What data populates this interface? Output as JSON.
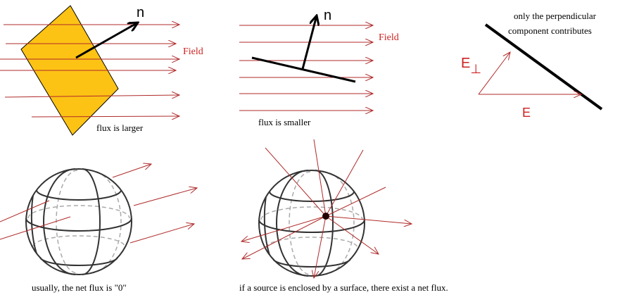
{
  "panel1": {
    "normal_label": "n",
    "field_label": "Field",
    "caption": "flux is larger"
  },
  "panel2": {
    "normal_label": "n",
    "field_label": "Field",
    "caption": "flux is smaller"
  },
  "panel3": {
    "note_line1": "only the perpendicular",
    "note_line2": "component contributes",
    "perp_label": "E",
    "perp_symbol": "⊥",
    "e_label": "E"
  },
  "panel4": {
    "caption": "usually, the net flux is \"0\""
  },
  "panel5": {
    "caption": "if a source is enclosed by a surface, there exist a net flux."
  },
  "colors": {
    "field": "#b02a2a",
    "plate": "#fdc314",
    "label_red": "#cc2222"
  }
}
